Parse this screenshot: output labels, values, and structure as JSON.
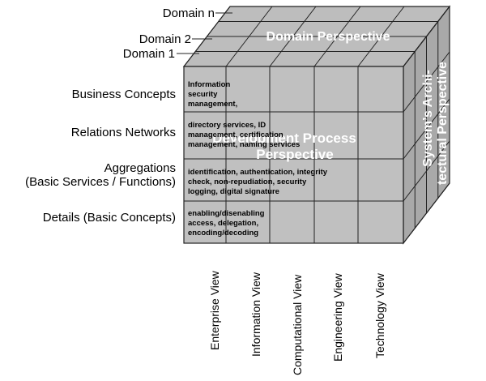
{
  "domains": {
    "n": "Domain n",
    "two": "Domain 2",
    "one": "Domain 1"
  },
  "rows": [
    {
      "label": "Business Concepts"
    },
    {
      "label": "Relations Networks"
    },
    {
      "label_line1": "Aggregations",
      "label_line2": "(Basic Services / Functions)"
    },
    {
      "label": "Details (Basic Concepts)"
    }
  ],
  "cells": [
    {
      "lines": [
        "Information",
        "security",
        "management,"
      ]
    },
    {
      "lines": [
        "directory services, ID",
        "management, certification",
        "management, naming services"
      ]
    },
    {
      "lines": [
        "identification, authentication, integrity",
        "check, non-repudiation, security",
        "logging, digital signature"
      ]
    },
    {
      "lines": [
        "enabling/disenabling",
        "access, delegation,",
        "encoding/decoding"
      ]
    }
  ],
  "perspectives": {
    "domain": "Domain Perspective",
    "development_line1": "Development Process",
    "development_line2": "Perspective",
    "system_line1": "System’s Archi-",
    "system_line2": "tectural Perspective"
  },
  "views": [
    {
      "label": "Enterprise View"
    },
    {
      "label": "Information View"
    },
    {
      "label": "Computational View"
    },
    {
      "label": "Engineering View"
    },
    {
      "label": "Technology View"
    }
  ],
  "colors": {
    "front": "#c0c0c0",
    "top": "#bdbdbd",
    "side": "#a9a9a9",
    "line": "#222222",
    "perspective_text": "#ffffff"
  }
}
